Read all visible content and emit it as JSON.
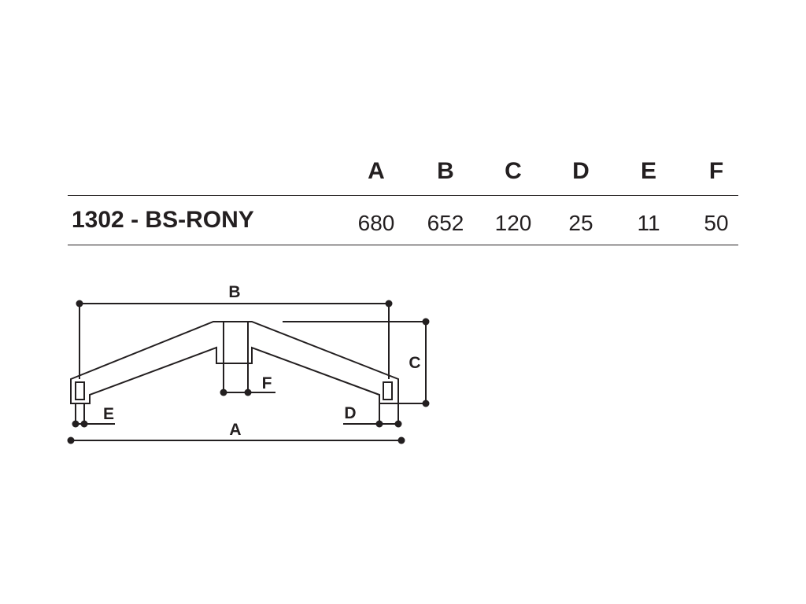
{
  "table": {
    "headers": [
      "A",
      "B",
      "C",
      "D",
      "E",
      "F"
    ],
    "rows": [
      {
        "model": "1302 - BS-RONY",
        "values": [
          "680",
          "652",
          "120",
          "25",
          "11",
          "50"
        ]
      }
    ]
  },
  "drawing": {
    "labels": {
      "a": "A",
      "b": "B",
      "c": "C",
      "d": "D",
      "e": "E",
      "f": "F"
    }
  }
}
